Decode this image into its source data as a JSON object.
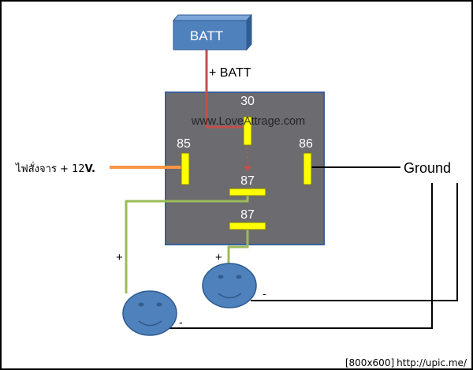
{
  "diagram": {
    "battery_label": "BATT",
    "battery_feed_label": "+ BATT",
    "relay": {
      "pin_30": "30",
      "pin_85": "85",
      "pin_86": "86",
      "pin_87_upper": "87",
      "pin_87_lower": "87",
      "watermark": "www.LoveAttrage.com"
    },
    "control_signal_label": "ไฟสั่งจาร + 12",
    "control_signal_suffix": "V.",
    "ground_label": "Ground",
    "load_1": {
      "plus_label": "+",
      "minus_label": "-"
    },
    "load_2": {
      "plus_label": "+",
      "minus_label": "-"
    }
  },
  "footer": {
    "size_text": "[800x600]",
    "url_text": "http://upic.me/"
  },
  "colors": {
    "background": "#ffffff",
    "frame": "#000000",
    "battery_front": "#4f81bd",
    "battery_top": "#7ea6d8",
    "battery_side": "#2f5e94",
    "relay_body": "#6b6b70",
    "relay_border": "#3a5f9a",
    "pin": "#ffff00",
    "pin_outline": "#7a7a20",
    "battery_wire": "#c0504d",
    "control_wire": "#f79646",
    "load_wire": "#9bbb59",
    "ground_wire": "#000000",
    "load_fill": "#4f81bd",
    "load_outline": "#2c5a8f"
  }
}
